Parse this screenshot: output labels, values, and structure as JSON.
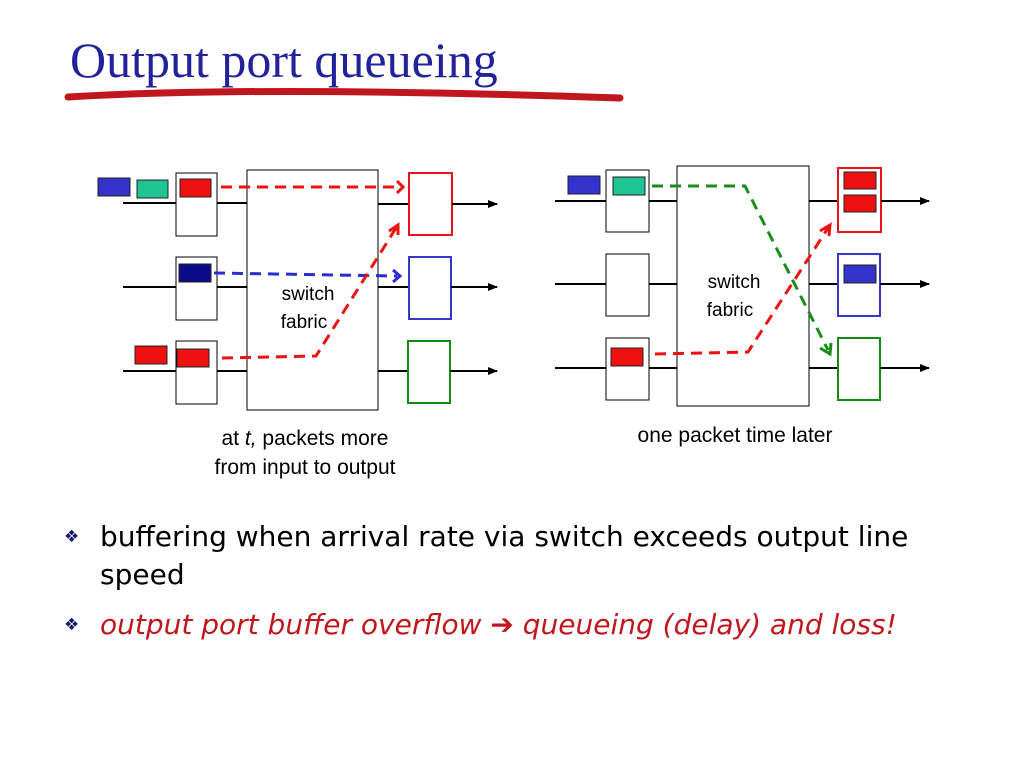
{
  "slide": {
    "title": "Output port queueing"
  },
  "colors": {
    "title": "#22229a",
    "underline": "#c0171e",
    "packet_red": "#ee1111",
    "packet_blue_light": "#3333cc",
    "packet_blue_dark": "#0a0a8a",
    "packet_teal": "#1fc493",
    "port_red": "#e8141a",
    "port_blue": "#3838c8",
    "port_green": "#118c11",
    "line_red": "#ee1111",
    "line_blue": "#2b2bd6",
    "line_green": "#1a8c1a",
    "emphasis": "#c0171e"
  },
  "diagram_left": {
    "fabric_label_line1": "switch",
    "fabric_label_line2": "fabric",
    "caption": {
      "prefix": "at ",
      "italic": "t,",
      "rest_line1": " packets more",
      "line2": "from input to output"
    }
  },
  "diagram_right": {
    "fabric_label_line1": "switch",
    "fabric_label_line2": "fabric",
    "caption": "one packet time later"
  },
  "bullets": [
    {
      "text": "buffering when arrival rate via switch exceeds output line speed",
      "style": "normal"
    },
    {
      "text_before": "output port buffer overflow ",
      "arrow": "➔",
      "text_after": " queueing (delay) and loss!",
      "style": "emphasis"
    }
  ],
  "icons": {
    "bullet": "❖"
  }
}
